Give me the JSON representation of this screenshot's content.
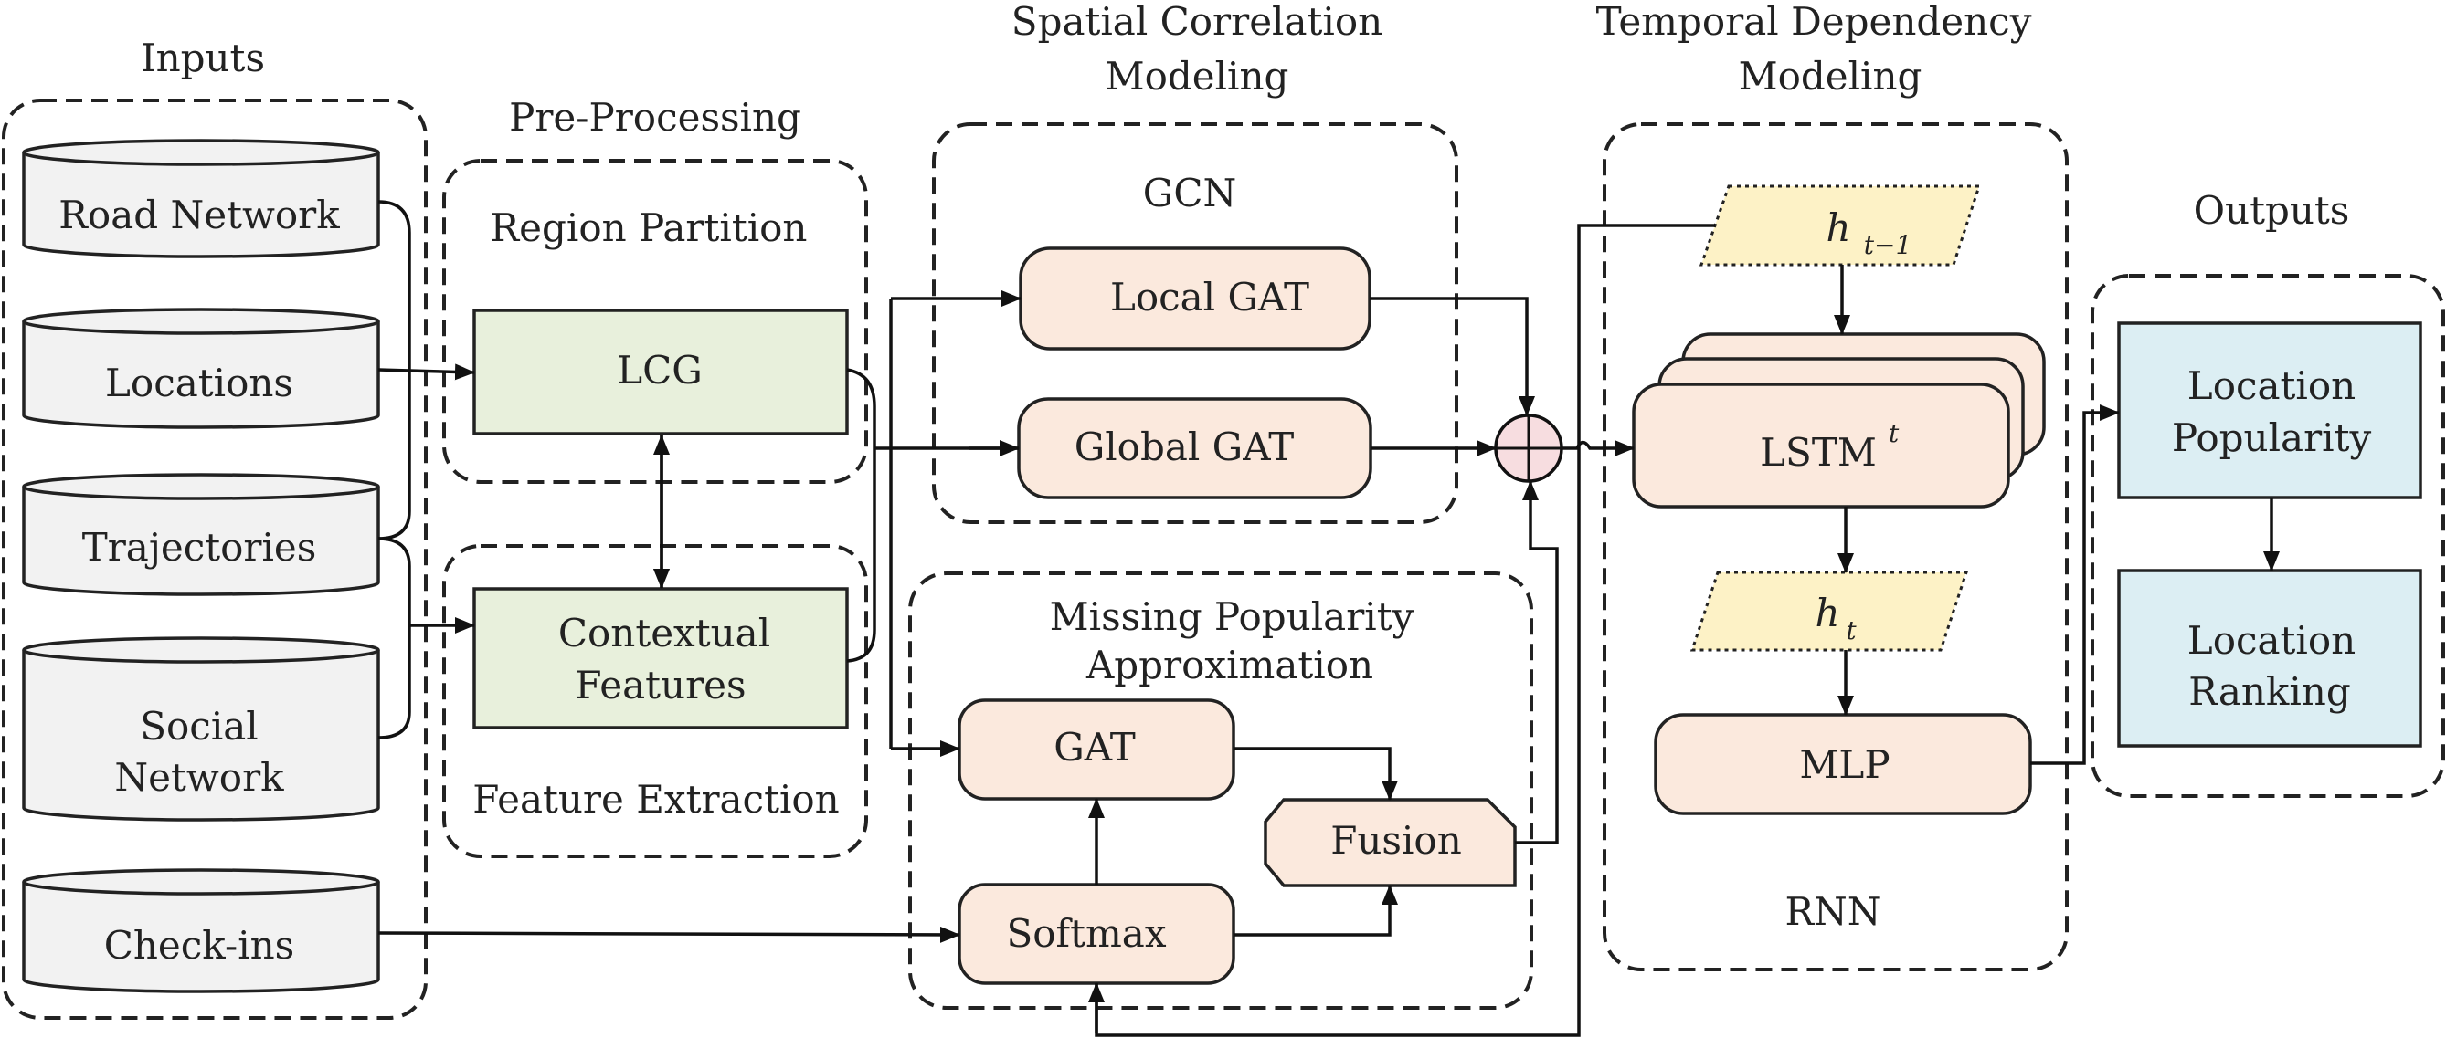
{
  "sections": {
    "inputs": "Inputs",
    "preprocessing": "Pre-Processing",
    "spatial_line1": "Spatial Correlation",
    "spatial_line2": "Modeling",
    "temporal_line1": "Temporal Dependency",
    "temporal_line2": "Modeling",
    "outputs": "Outputs"
  },
  "inputs": {
    "road_network": "Road Network",
    "locations": "Locations",
    "trajectories": "Trajectories",
    "social_line1": "Social",
    "social_line2": "Network",
    "checkins": "Check-ins"
  },
  "preprocessing": {
    "region_partition": "Region Partition",
    "lcg": "LCG",
    "contextual_line1": "Contextual",
    "contextual_line2": "Features",
    "feature_extraction": "Feature Extraction"
  },
  "spatial": {
    "gcn": "GCN",
    "local_gat": "Local GAT",
    "global_gat": "Global GAT",
    "missing_line1": "Missing Popularity",
    "missing_line2": "Approximation",
    "gat": "GAT",
    "softmax": "Softmax",
    "fusion": "Fusion"
  },
  "temporal": {
    "h_prev": "h",
    "h_prev_sub": "t−1",
    "lstm": "LSTM",
    "lstm_sup": "t",
    "h_t": "h",
    "h_t_sub": "t",
    "mlp": "MLP",
    "rnn": "RNN"
  },
  "outputs": {
    "popularity_line1": "Location",
    "popularity_line2": "Popularity",
    "ranking_line1": "Location",
    "ranking_line2": "Ranking"
  }
}
